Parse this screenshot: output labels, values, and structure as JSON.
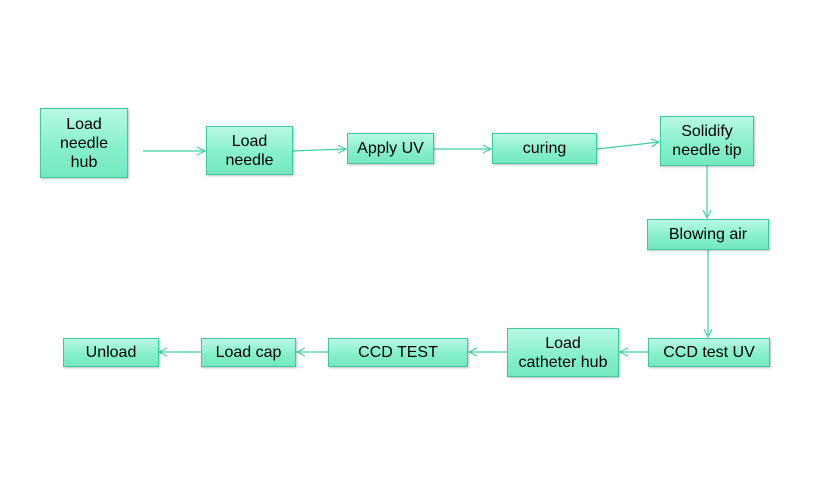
{
  "nodes": {
    "load_needle_hub": "Load\nneedle\nhub",
    "load_needle": "Load\nneedle",
    "apply_uv": "Apply UV",
    "curing": "curing",
    "solidify_needle_tip": "Solidify\nneedle tip",
    "blowing_air": "Blowing air",
    "ccd_test_uv": "CCD test UV",
    "load_catheter_hub": "Load\ncatheter hub",
    "ccd_test": "CCD TEST",
    "load_cap": "Load cap",
    "unload": "Unload"
  },
  "edges": [
    {
      "from": "load_needle_hub",
      "to": "load_needle"
    },
    {
      "from": "load_needle",
      "to": "apply_uv"
    },
    {
      "from": "apply_uv",
      "to": "curing"
    },
    {
      "from": "curing",
      "to": "solidify_needle_tip"
    },
    {
      "from": "solidify_needle_tip",
      "to": "blowing_air"
    },
    {
      "from": "blowing_air",
      "to": "ccd_test_uv"
    },
    {
      "from": "ccd_test_uv",
      "to": "load_catheter_hub"
    },
    {
      "from": "load_catheter_hub",
      "to": "ccd_test"
    },
    {
      "from": "ccd_test",
      "to": "load_cap"
    },
    {
      "from": "load_cap",
      "to": "unload"
    }
  ],
  "colors": {
    "node_fill_top": "#b9f9e4",
    "node_fill_bottom": "#74e8c0",
    "node_border": "#3cc9a0",
    "arrow": "#3fd2a4"
  }
}
